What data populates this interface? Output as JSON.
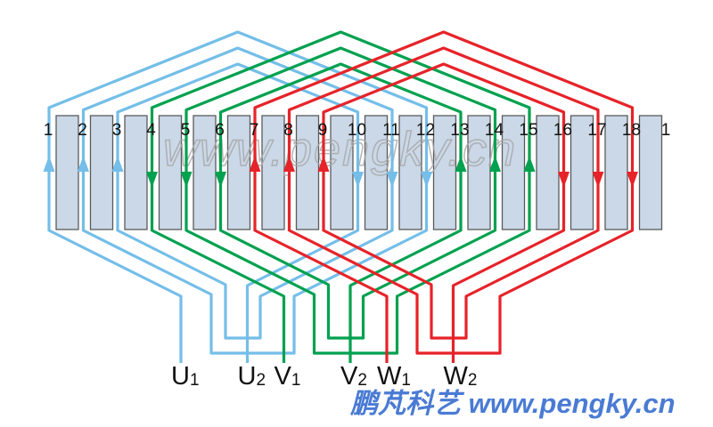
{
  "diagram_title": "three-phase stator winding layout, 18 slots",
  "slots": {
    "numbers": [
      "1",
      "2",
      "3",
      "4",
      "5",
      "6",
      "7",
      "8",
      "9",
      "10",
      "11",
      "12",
      "13",
      "14",
      "15",
      "16",
      "17",
      "18"
    ],
    "wraparound_label": "1"
  },
  "phases": [
    {
      "name": "U",
      "color": "#74BEE9",
      "go_slots": [
        1,
        2,
        3
      ],
      "return_slots": [
        10,
        11,
        12
      ],
      "go_arrow": "up",
      "terminals": [
        {
          "base": "U",
          "sub": "1"
        },
        {
          "base": "U",
          "sub": "2"
        }
      ]
    },
    {
      "name": "V",
      "color": "#00A14F",
      "go_slots": [
        4,
        5,
        6
      ],
      "return_slots": [
        13,
        14,
        15
      ],
      "go_arrow": "down",
      "terminals": [
        {
          "base": "V",
          "sub": "1"
        },
        {
          "base": "V",
          "sub": "2"
        }
      ]
    },
    {
      "name": "W",
      "color": "#E62329",
      "go_slots": [
        7,
        8,
        9
      ],
      "return_slots": [
        16,
        17,
        18
      ],
      "go_arrow": "up",
      "terminals": [
        {
          "base": "W",
          "sub": "1"
        },
        {
          "base": "W",
          "sub": "2"
        }
      ]
    }
  ],
  "watermarks": {
    "center": "www.pengky.cn",
    "bottom": "鹏芃科艺 www.pengky.cn"
  },
  "colors": {
    "background": "#FFFFFF",
    "bar_fill": "#CAD8E8",
    "bar_border": "#5A5A5A",
    "slot_number": "#111111",
    "terminal_label": "#111111",
    "watermark_center": "#A9A9A9",
    "watermark_bottom": "#4A7BD4"
  }
}
